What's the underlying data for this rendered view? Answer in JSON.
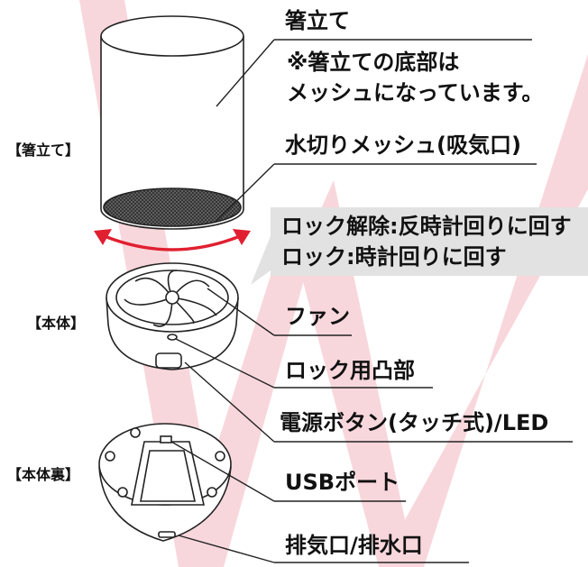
{
  "sections": {
    "chopstick_stand": "【箸立て】",
    "main_body": "【本体】",
    "main_body_back": "【本体裏】"
  },
  "labels": {
    "chopstick_stand": "箸立て",
    "note_line1": "※箸立ての底部は",
    "note_line2": "メッシュになっています。",
    "drain_mesh": "水切りメッシュ(吸気口)",
    "fan": "ファン",
    "lock_tab": "ロック用凸部",
    "power_button": "電源ボタン(タッチ式)/LED",
    "usb_port": "USBポート",
    "exhaust_drain": "排気口/排水口"
  },
  "callout": {
    "line1": "ロック解除:反時計回りに回す",
    "line2": "ロック:時計回りに回す"
  },
  "colors": {
    "watermark": "#f8d7dc",
    "arrow": "#e02030",
    "callout_bg": "#e2e2e2",
    "mesh": "#5a5a5a",
    "line": "#222222"
  }
}
